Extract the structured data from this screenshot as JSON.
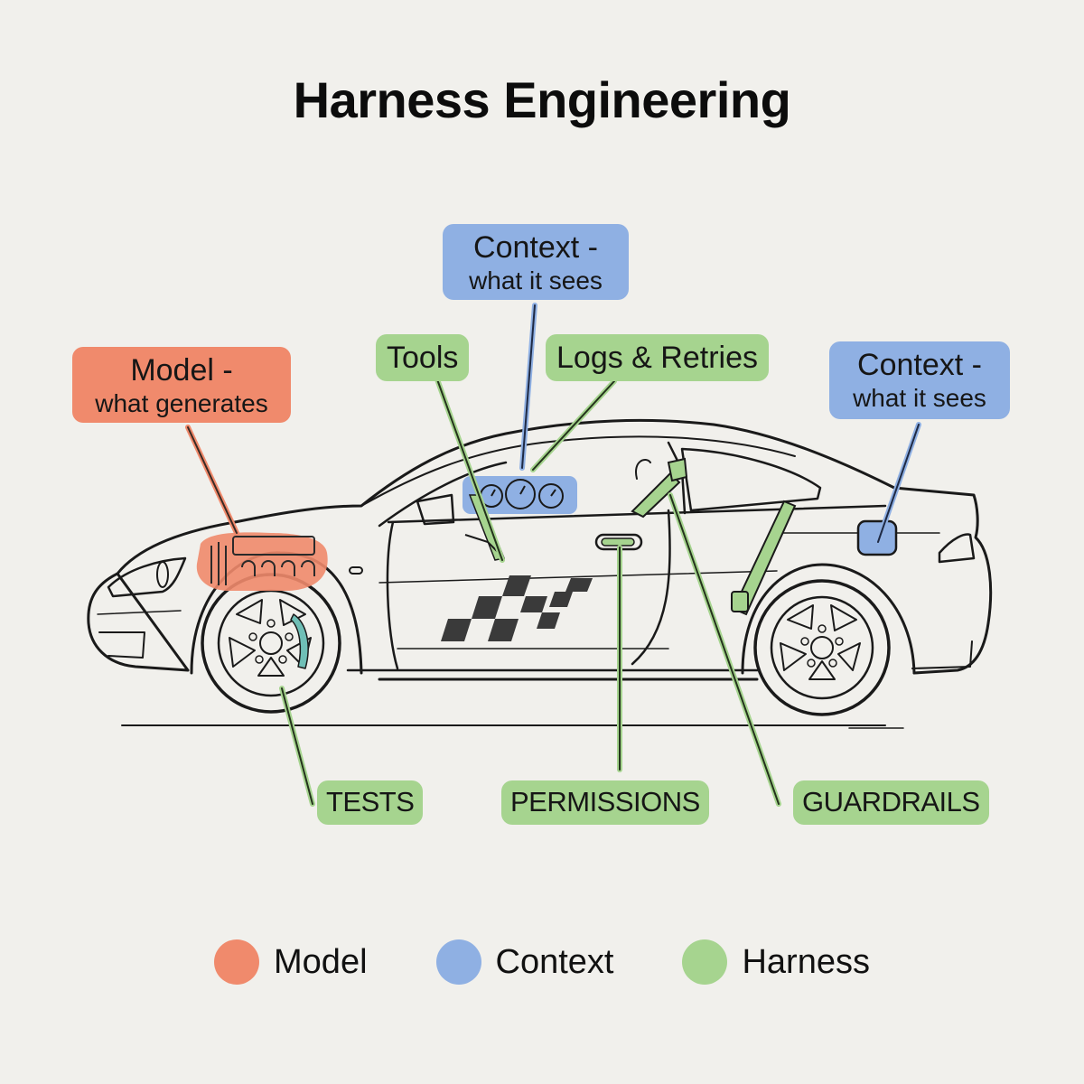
{
  "title": "Harness Engineering",
  "colors": {
    "model": "#f08a6c",
    "context": "#8fb0e3",
    "harness": "#a6d48f",
    "outline": "#1a1a1a",
    "background": "#f1f0ec"
  },
  "callouts": {
    "model": {
      "line1": "Model -",
      "line2": "what generates",
      "category": "Model",
      "points_to": "engine"
    },
    "context_top": {
      "line1": "Context -",
      "line2": "what it sees",
      "category": "Context",
      "points_to": "dashboard gauges"
    },
    "context_right": {
      "line1": "Context -",
      "line2": "what it sees",
      "category": "Context",
      "points_to": "fuel cap"
    },
    "tools": {
      "text": "Tools",
      "category": "Harness",
      "points_to": "steering wheel"
    },
    "logs_retries": {
      "text": "Logs & Retries",
      "category": "Harness",
      "points_to": "dashboard gauges"
    },
    "tests": {
      "text": "TESTS",
      "category": "Harness",
      "points_to": "front wheel brake"
    },
    "permissions": {
      "text": "PERMISSIONS",
      "category": "Harness",
      "points_to": "door handle"
    },
    "guardrails": {
      "text": "GUARDRAILS",
      "category": "Harness",
      "points_to": "seat belt"
    }
  },
  "legend": [
    {
      "label": "Model",
      "color": "#f08a6c"
    },
    {
      "label": "Context",
      "color": "#8fb0e3"
    },
    {
      "label": "Harness",
      "color": "#a6d48f"
    }
  ]
}
